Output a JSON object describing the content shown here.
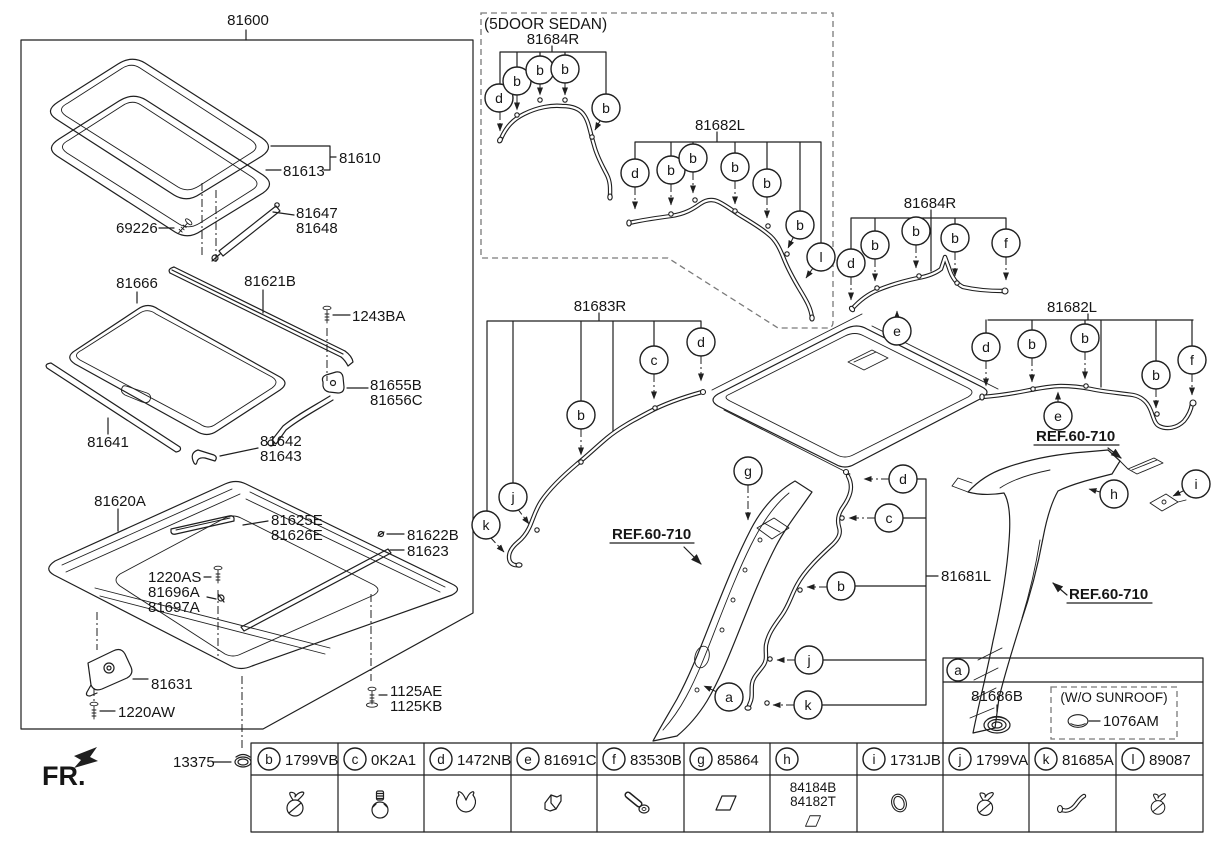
{
  "diagram": {
    "labels": {
      "81600": "81600",
      "81610": "81610",
      "81613": "81613",
      "69226": "69226",
      "81647": "81647",
      "81648": "81648",
      "81666": "81666",
      "81621B": "81621B",
      "1243BA": "1243BA",
      "81655B": "81655B",
      "81656C": "81656C",
      "81641": "81641",
      "81642": "81642",
      "81643": "81643",
      "81620A": "81620A",
      "81625E": "81625E",
      "81626E": "81626E",
      "81622B": "81622B",
      "81623": "81623",
      "1220AS": "1220AS",
      "81696A": "81696A",
      "81697A": "81697A",
      "81631": "81631",
      "1220AW": "1220AW",
      "1125AE": "1125AE",
      "1125KB": "1125KB",
      "13375": "13375",
      "81683R": "81683R",
      "81684R": "81684R",
      "81682L": "81682L",
      "81681L": "81681L"
    },
    "refs": {
      "ref60": "REF.60-710"
    },
    "notes": {
      "sedan": "(5DOOR SEDAN)",
      "fr": "FR."
    },
    "letters": {
      "a": "a",
      "b": "b",
      "c": "c",
      "d": "d",
      "e": "e",
      "f": "f",
      "g": "g",
      "h": "h",
      "i": "i",
      "j": "j",
      "k": "k",
      "l": "l"
    }
  },
  "legend": {
    "items": [
      {
        "letter": "b",
        "code": "1799VB",
        "icon": "clip"
      },
      {
        "letter": "c",
        "code": "0K2A1",
        "icon": "clamp-screw"
      },
      {
        "letter": "d",
        "code": "1472NB",
        "icon": "wire-tie"
      },
      {
        "letter": "e",
        "code": "81691C",
        "icon": "bracket-clip"
      },
      {
        "letter": "f",
        "code": "83530B",
        "icon": "tube-connector"
      },
      {
        "letter": "g",
        "code": "85864",
        "icon": "pad"
      },
      {
        "letter": "h",
        "code": "",
        "codes_in_cell": [
          "84184B",
          "84182T"
        ],
        "icon": "pad"
      },
      {
        "letter": "i",
        "code": "1731JB",
        "icon": "oval-ring"
      },
      {
        "letter": "j",
        "code": "1799VA",
        "icon": "clip"
      },
      {
        "letter": "k",
        "code": "81685A",
        "icon": "hose"
      },
      {
        "letter": "l",
        "code": "89087",
        "icon": "clip"
      }
    ],
    "a_panel": {
      "letter": "a",
      "part": "81686B",
      "without_sunroof_note": "(W/O SUNROOF)",
      "without_sunroof_part": "1076AM",
      "icons": {
        "part": "grommet",
        "without_sunroof": "oval-plug"
      }
    }
  },
  "colors": {
    "line": "#1f1f1f",
    "dashed_box": "#7a7a7a",
    "background": "#ffffff"
  }
}
